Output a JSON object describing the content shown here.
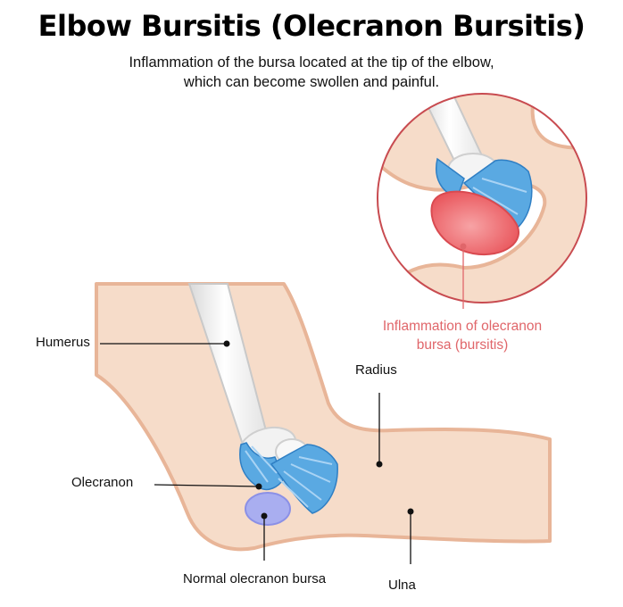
{
  "header": {
    "title": "Elbow Bursitis (Olecranon Bursitis)",
    "subtitle_line1": "Inflammation of the bursa located at the tip of the elbow,",
    "subtitle_line2": "which can become swollen and painful."
  },
  "labels": {
    "humerus": "Humerus",
    "radius": "Radius",
    "olecranon": "Olecranon",
    "ulna": "Ulna",
    "normal_bursa": "Normal olecranon bursa",
    "inflamed_line1": "Inflammation of olecranon",
    "inflamed_line2": "bursa (bursitis)"
  },
  "colors": {
    "skin": "#f6dcc9",
    "skin_outline": "#e8b598",
    "ligament": "#5aa9e2",
    "bone": "#ffffff",
    "normal_bursa": "#a9aef0",
    "inflamed_bursa": "#e9555b",
    "accent_label": "#e0666a"
  }
}
